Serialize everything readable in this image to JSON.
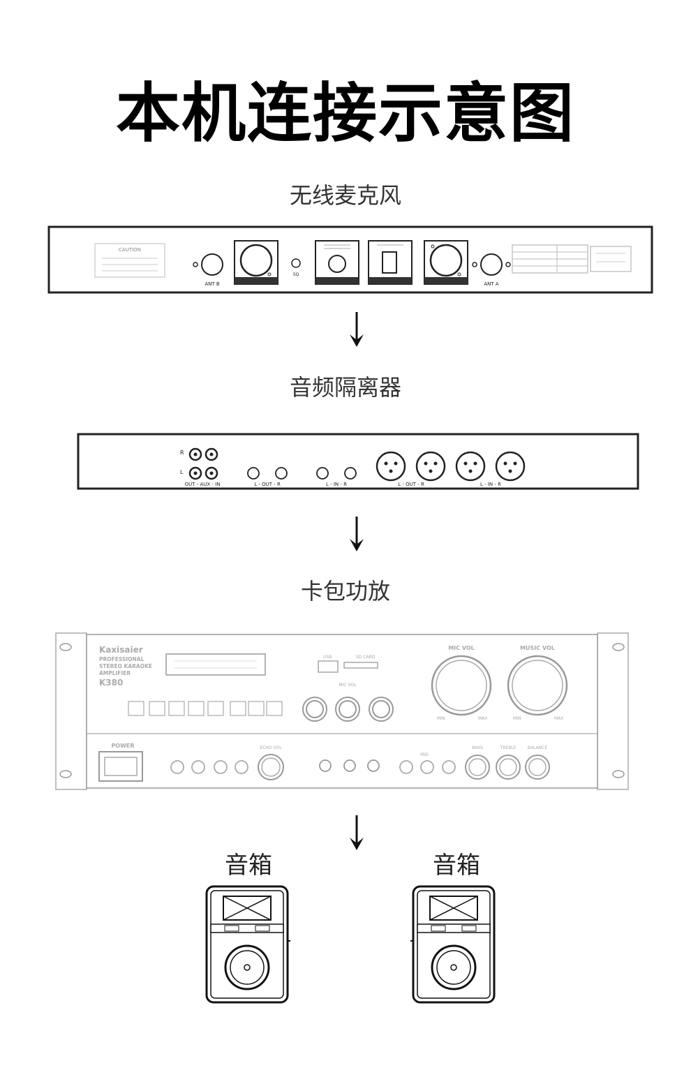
{
  "title": "本机连接示意图",
  "steps": {
    "mic": "无线麦克风",
    "isolator": "音频隔离器",
    "amp": "卡包功放",
    "speaker_left": "音箱",
    "speaker_right": "音箱"
  },
  "receiver": {
    "ant_b": "ANT B",
    "ant_a": "ANT A",
    "sq": "SQ",
    "caution": "CAUTION"
  },
  "isolator_panel": {
    "r": "R",
    "l": "L",
    "aux": "OUT - AUX - IN",
    "rca_out": "L - OUT - R",
    "rca_in": "L - IN - R",
    "xlr_out": "L - OUT - R",
    "xlr_in": "L - IN - R"
  },
  "amplifier": {
    "brand": "Kaxisaier",
    "line1": "PROFESSIONAL",
    "line2": "STEREO KARAOKE",
    "line3": "AMPLIFIER",
    "model": "K380",
    "power": "POWER",
    "usb": "USB",
    "sd": "SD CARD",
    "mic_vol": "MIC VOL",
    "music_vol": "MUSIC VOL",
    "mic_vol_small": "MIC VOL",
    "echo_vol": "ECHO VOL",
    "bass": "BASS",
    "treble": "TREBLE",
    "balance": "BALANCE",
    "mid": "MID",
    "min": "MIN",
    "max": "MAX"
  }
}
